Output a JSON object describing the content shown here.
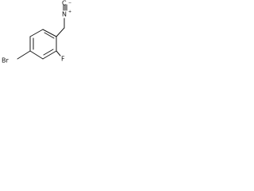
{
  "structure": {
    "atoms": {
      "bromine": "Br",
      "fluorine": "F",
      "isocyanide_nitrogen": "N",
      "isocyanide_carbon": "C",
      "nitrogen_charge": "+",
      "carbon_charge": "−"
    }
  },
  "colors": {
    "bond": "#1a1a1a",
    "label": "#111111",
    "background": "#ffffff"
  }
}
